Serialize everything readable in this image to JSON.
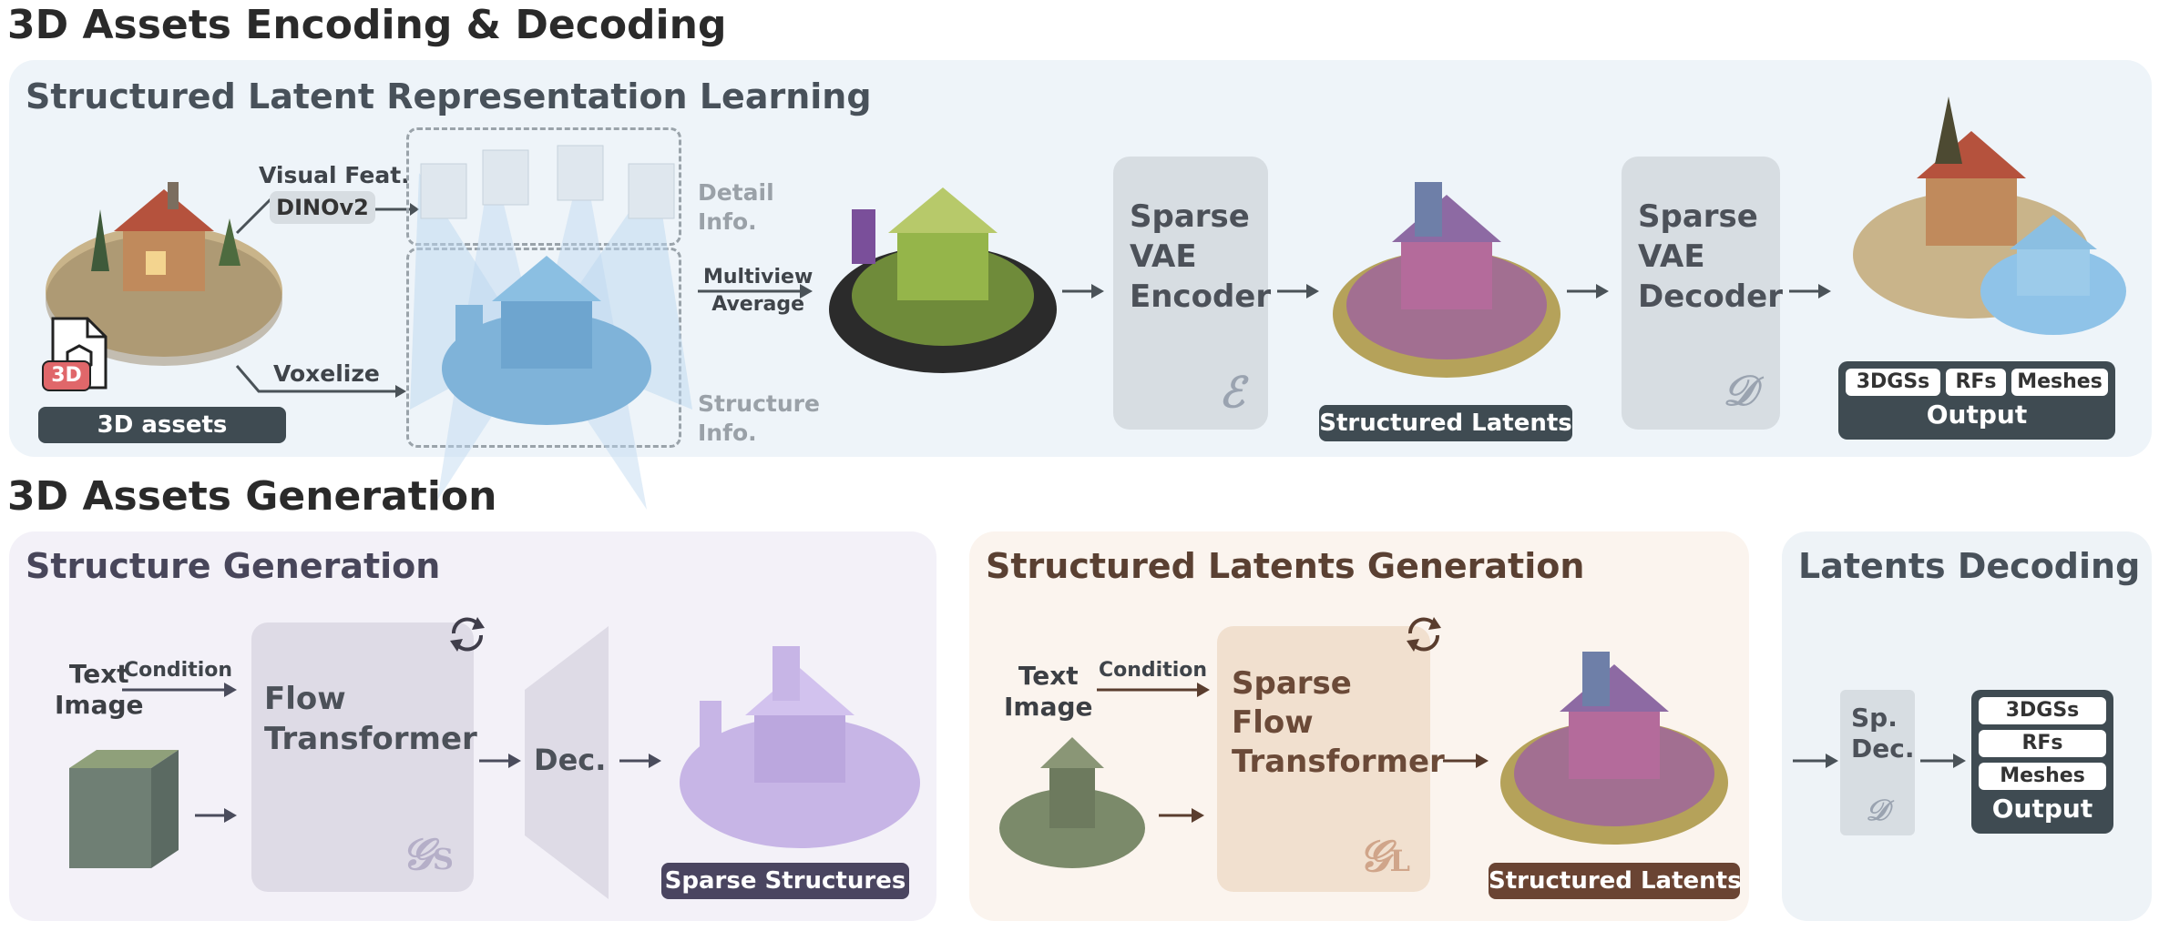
{
  "top": {
    "title": "3D Assets Encoding & Decoding",
    "panel_title": "Structured Latent Representation Learning",
    "assets_label": "3D assets",
    "file_badge": "3D",
    "visual_feat": "Visual Feat.",
    "dinov2": "DINOv2",
    "voxelize": "Voxelize",
    "detail_info": "Detail\nInfo.",
    "structure_info": "Structure\nInfo.",
    "multiview_average": "Multiview\nAverage",
    "encoder": {
      "label": "Sparse\nVAE\nEncoder",
      "symbol": "ℰ"
    },
    "structured_latents": "Structured Latents",
    "decoder": {
      "label": "Sparse\nVAE\nDecoder",
      "symbol": "𝒟"
    },
    "output": {
      "chips": [
        "3DGSs",
        "RFs",
        "Meshes"
      ],
      "label": "Output"
    }
  },
  "bottom": {
    "title": "3D Assets Generation",
    "structure_gen": {
      "title": "Structure Generation",
      "text_image": "Text\nImage",
      "condition": "Condition",
      "flow_label": "Flow\nTransformer",
      "symbol": "𝒢",
      "symbol_sub": "S",
      "dec": "Dec.",
      "sparse_structures": "Sparse Structures"
    },
    "latents_gen": {
      "title": "Structured Latents Generation",
      "text_image": "Text\nImage",
      "condition": "Condition",
      "flow_label": "Sparse\nFlow\nTransformer",
      "symbol": "𝒢",
      "symbol_sub": "L",
      "structured_latents": "Structured Latents"
    },
    "latents_decoding": {
      "title": "Latents Decoding",
      "sp_dec": "Sp.\nDec.",
      "symbol": "𝒟",
      "output": {
        "chips": [
          "3DGSs",
          "RFs",
          "Meshes"
        ],
        "label": "Output"
      }
    }
  },
  "colors": {
    "top_panel": "#eef4f9",
    "structure_panel": "#f3f1f8",
    "latents_panel": "#fbf4ee",
    "decoding_panel": "#eef3f7",
    "dark_tag": "#3f4b52",
    "purple_tag": "#4a4560",
    "brown_tag": "#6a4433",
    "voxel_blue": "#7fb3d9",
    "voxel_purple": "#c7b5e6"
  }
}
